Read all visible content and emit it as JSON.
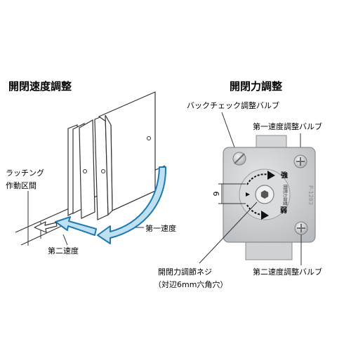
{
  "left_panel": {
    "title": "開閉速度調整",
    "latching_label_line1": "ラッチング",
    "latching_label_line2": "作動区間",
    "first_speed_label": "第一速度",
    "second_speed_label": "第二速度"
  },
  "right_panel": {
    "title": "開閉力調整",
    "backcheck_valve_label": "バックチェック調整バルブ",
    "first_speed_valve_label": "第一速度調整バルブ",
    "second_speed_valve_label": "第二速度調整バルブ",
    "screw_label_line1": "開閉力調節ネジ",
    "screw_label_line2": "（対辺6mm六角穴）",
    "dimension_label": "6",
    "strong_label": "強",
    "weak_label": "弱",
    "dial_label": "開閉力調整",
    "serial_marking": "P-1283"
  },
  "colors": {
    "arrow_fill": "#bfe0f0",
    "arrow_stroke": "#1c7ab5",
    "body_gray": "#c9cbcd",
    "text": "#222222"
  }
}
